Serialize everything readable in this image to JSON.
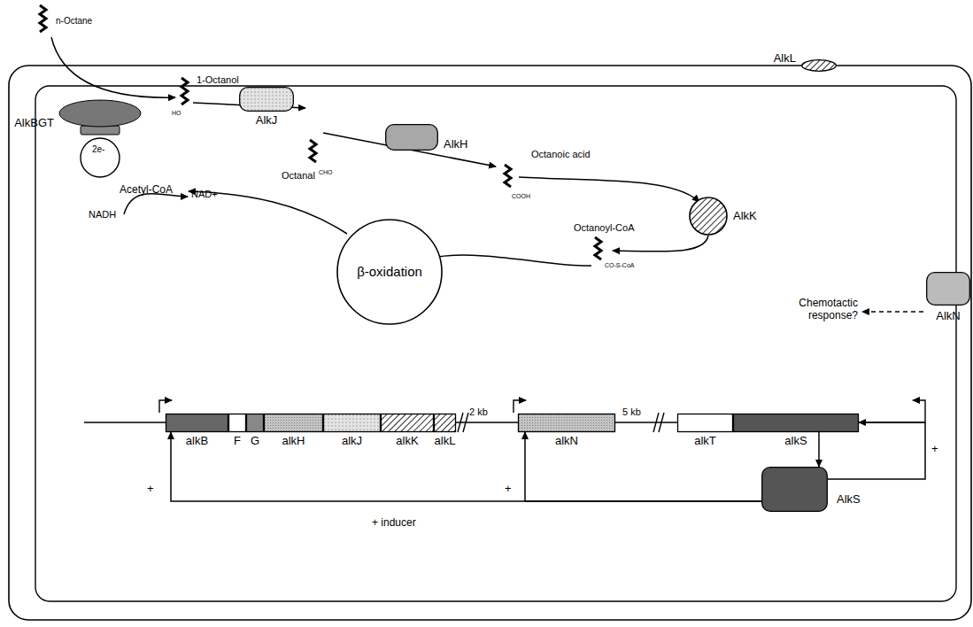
{
  "diagram": {
    "nodes": [
      {
        "text": [
          "AlkBGT"
        ]
      },
      {
        "text": [
          "AlkJ"
        ]
      },
      {
        "text": [
          "AlkH"
        ]
      },
      {
        "text": [
          "AlkK"
        ]
      },
      {
        "text": [
          "β-oxidation"
        ]
      },
      {
        "text": [
          "AlkL"
        ]
      },
      {
        "text": [
          "AlkN"
        ]
      },
      {
        "text": [
          "alkB"
        ]
      },
      {
        "text": [
          "F"
        ]
      },
      {
        "text": [
          "G"
        ]
      },
      {
        "text": [
          "alkH"
        ]
      },
      {
        "text": [
          "alkJ"
        ]
      },
      {
        "text": [
          "alkK"
        ]
      },
      {
        "text": [
          "alkL"
        ]
      },
      {
        "text": [
          "alkN"
        ]
      },
      {
        "text": [
          "alkT"
        ]
      },
      {
        "text": [
          "alkS"
        ]
      },
      {
        "text": [
          "AlkS"
        ]
      }
    ],
    "edges": [
      {
        "from": 16,
        "to": 17,
        "arrow": "to"
      },
      {
        "from": 17,
        "to": 7,
        "label": "+",
        "arrow": "to"
      },
      {
        "from": 17,
        "to": 14,
        "label": "+",
        "arrow": "to"
      },
      {
        "from": 17,
        "to": 16,
        "label": "+",
        "arrow": "to"
      }
    ],
    "labels": [
      "n-Octane",
      "1-Octanol",
      "HO",
      "Octanal",
      "CHO",
      "Octanoic acid",
      "COOH",
      "Octanoyl-CoA",
      "CO-S-CoA",
      "Acetyl-CoA",
      "NADH",
      "NAD+",
      "2e-",
      "Chemotactic response?",
      "2 kb",
      "5 kb",
      "+ inducer"
    ]
  }
}
